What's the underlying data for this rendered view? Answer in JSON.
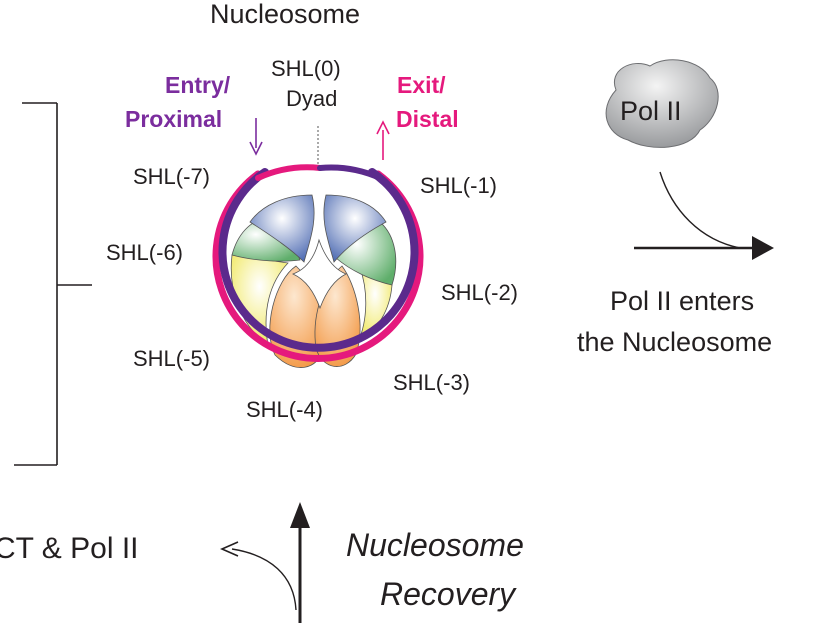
{
  "title": "Nucleosome",
  "dyad": {
    "line1": "SHL(0)",
    "line2": "Dyad"
  },
  "entry": {
    "line1": "Entry/",
    "line2": "Proximal",
    "color": "#7b2d9e"
  },
  "exit": {
    "line1": "Exit/",
    "line2": "Distal",
    "color": "#e5197d"
  },
  "shl_labels": [
    "SHL(-7)",
    "SHL(-6)",
    "SHL(-5)",
    "SHL(-4)",
    "SHL(-3)",
    "SHL(-2)",
    "SHL(-1)"
  ],
  "pol2": {
    "label": "Pol II"
  },
  "step_enter": {
    "line1": "Pol II enters",
    "line2": "the Nucleosome"
  },
  "bottom_left": "CT & Pol II",
  "recovery": {
    "line1": "Nucleosome",
    "line2": "Recovery"
  },
  "colors": {
    "dna_purple": "#5b2a8c",
    "dna_pink": "#e5197d",
    "histone_blue": "#4f6cb3",
    "histone_green": "#5fae6b",
    "histone_yellow": "#eee54a",
    "histone_orange": "#f2923a",
    "pol2_gray": "#a7a9ac"
  }
}
